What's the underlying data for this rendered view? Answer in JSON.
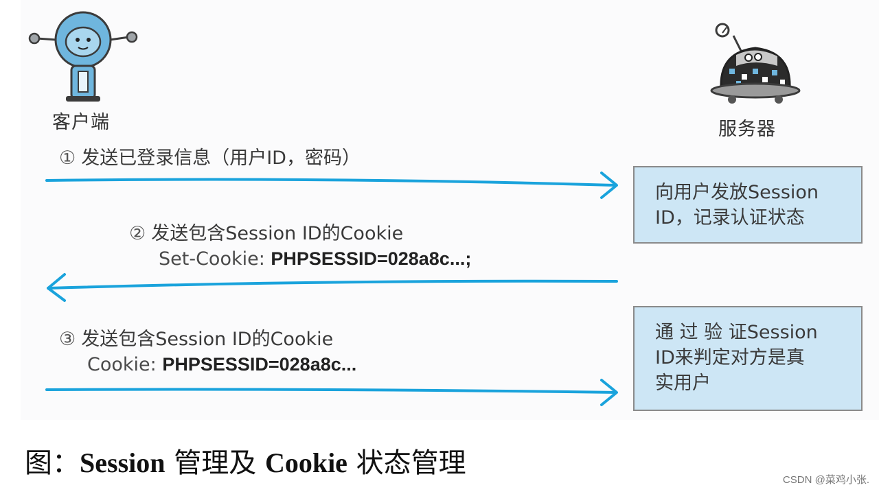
{
  "actors": {
    "client_label": "客户端",
    "server_label": "服务器"
  },
  "steps": [
    {
      "number": "①",
      "title": "发送已登录信息（用户ID，密码）",
      "direction": "client-to-server"
    },
    {
      "number": "②",
      "title": "发送包含Session ID的Cookie",
      "header_key": "Set-Cookie: ",
      "header_value": "PHPSESSID=028a8c...;",
      "direction": "server-to-client"
    },
    {
      "number": "③",
      "title": "发送包含Session ID的Cookie",
      "header_key": "Cookie: ",
      "header_value": "PHPSESSID=028a8c...",
      "direction": "client-to-server"
    }
  ],
  "server_notes": [
    {
      "lines": [
        "向用户发放Session",
        "ID，记录认证状态"
      ]
    },
    {
      "lines": [
        "通 过 验 证Session",
        "ID来判定对方是真",
        "实用户"
      ]
    }
  ],
  "caption": {
    "prefix": "图：",
    "term1": "Session",
    "mid": " 管理及 ",
    "term2": "Cookie",
    "suffix": " 状态管理"
  },
  "watermark": "CSDN @菜鸡小张.",
  "colors": {
    "arrow": "#1aa3dc",
    "note_bg": "#cde6f5",
    "note_border": "#8a8a8a",
    "robot_body": "#6fb6de",
    "robot_dark": "#3b3b3b"
  }
}
